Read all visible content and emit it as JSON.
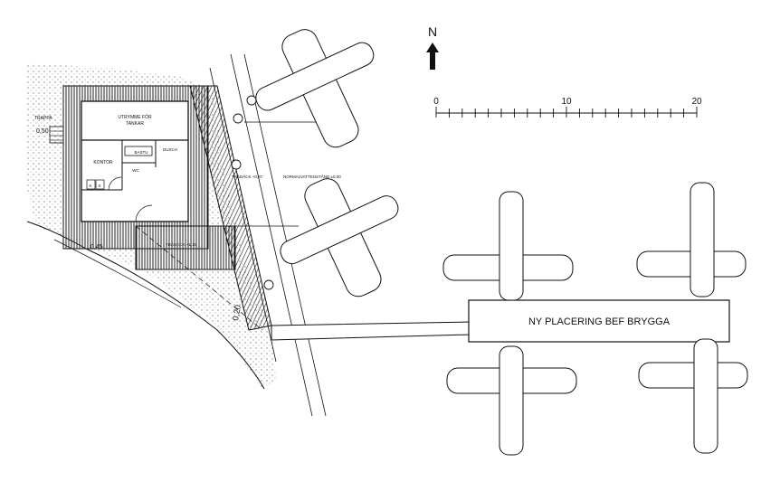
{
  "north": {
    "letter": "N"
  },
  "scale_bar": {
    "ticks": [
      "0",
      "10",
      "20"
    ]
  },
  "building": {
    "storage_room": "UTRYMME FÖR\nTANKAR",
    "office": "KONTOR",
    "sauna": "BASTU",
    "shower": "DUSCH",
    "wc": "WC",
    "cell_k": "K",
    "cell_s": "S"
  },
  "annotations": {
    "stair": "TRAPPA",
    "stair_dim": "0,50",
    "dim_a": "0,45",
    "dim_b": "0,20",
    "deck_level": "TRÄDÄCK +1,10",
    "deck_level_2": "TRÄDÄCK +0,87",
    "water_level": "NORMALVATTENSTÅND ±0,00"
  },
  "dock": {
    "label": "NY PLACERING BEF BRYGGA"
  },
  "colors": {
    "line": "#111111",
    "hatch": "#222222",
    "dots": "#555555"
  }
}
